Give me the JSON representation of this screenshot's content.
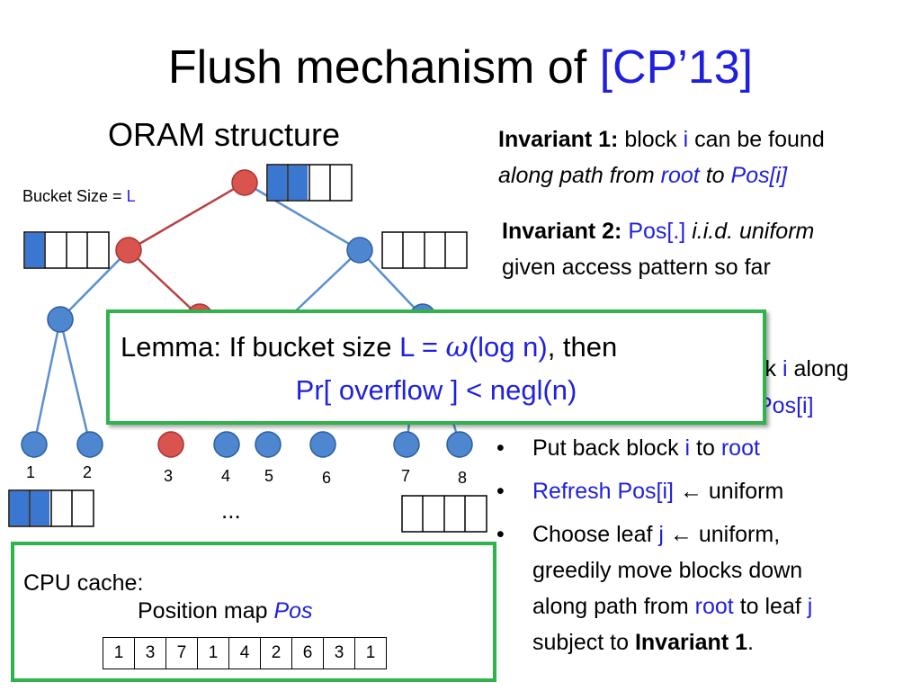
{
  "title": {
    "main": "Flush mechanism of",
    "cite": "[CP’13]"
  },
  "subtitle": "ORAM structure",
  "bucket_size": {
    "label": "Bucket Size = ",
    "value": "L"
  },
  "invariant1": {
    "label": "Invariant 1:",
    "t1": " block ",
    "i": "i",
    "t2": " can be found",
    "t3": "along path from ",
    "root": "root",
    "t4": " to ",
    "pos": "Pos[i]"
  },
  "invariant2": {
    "label": "Invariant 2:",
    "pos": "Pos[.]",
    "iid": " i.i.d. uniform",
    "line2": "given access pattern so far"
  },
  "hidden_partial": {
    "frag1": "ck ",
    "i": "i",
    "frag2": " along",
    "pos": "Pos[i]"
  },
  "leaves": [
    "1",
    "2",
    "3",
    "4",
    "5",
    "6",
    "7",
    "8"
  ],
  "ellipsis": "...",
  "bullets": [
    {
      "p1": "Put back block ",
      "i": "i",
      "p2": " to ",
      "root": "root"
    },
    {
      "pos": "Refresh Pos[i]",
      "rest": " ← uniform"
    },
    {
      "p1": "Choose leaf ",
      "j": "j",
      "p2": " ← uniform,",
      "line2": "greedily move blocks down",
      "line3a": "along path from ",
      "root": "root",
      "line3b": " to leaf ",
      "j2": "j",
      "line4a": "subject to ",
      "inv": "Invariant 1",
      "line4b": "."
    }
  ],
  "lemma": {
    "a": "Lemma: If bucket size ",
    "b": "L = ",
    "omega": "ω",
    "c": "(log n)",
    "d": ", then",
    "line2": "Pr[ overflow ] < negl(n)"
  },
  "cpu_cache": {
    "label": "CPU cache:",
    "posmap": "Position map ",
    "pos": "Pos",
    "values": [
      "1",
      "3",
      "7",
      "1",
      "4",
      "2",
      "6",
      "3",
      "1"
    ]
  },
  "colors": {
    "accent": "#1f1fe0",
    "path_red": "#b84040",
    "edge_blue": "#5b8fcf",
    "node_blue": "#4f86d0",
    "node_red": "#d9534f",
    "box_green": "#2fb34a",
    "block_fill": "#3a77d0"
  }
}
